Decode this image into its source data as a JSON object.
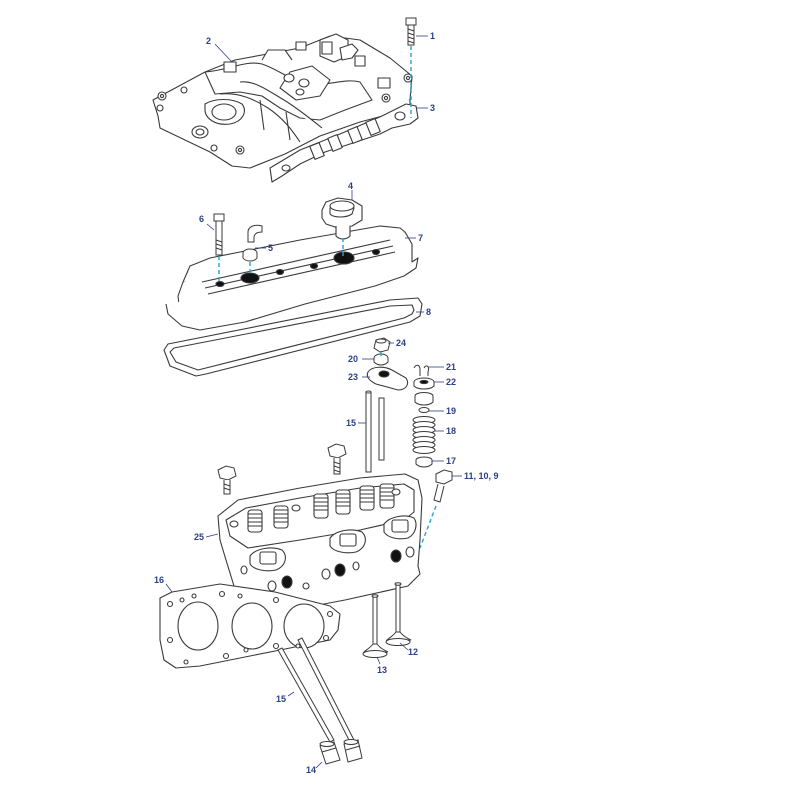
{
  "diagram": {
    "labels": {
      "p1": "1",
      "p2": "2",
      "p3": "3",
      "p4": "4",
      "p5": "5",
      "p6": "6",
      "p7": "7",
      "p8": "8",
      "p9_11": "11, 10, 9",
      "p12": "12",
      "p13": "13",
      "p14": "14",
      "p15a": "15",
      "p15b": "15",
      "p16": "16",
      "p17": "17",
      "p18": "18",
      "p19": "19",
      "p20": "20",
      "p21": "21",
      "p22": "22",
      "p23": "23",
      "p24": "24",
      "p25": "25"
    },
    "colors": {
      "line": "#3a3a3a",
      "label": "#2a3f86",
      "guide": "#27a3d6",
      "fill": "#ffffff",
      "dark": "#111111"
    }
  }
}
